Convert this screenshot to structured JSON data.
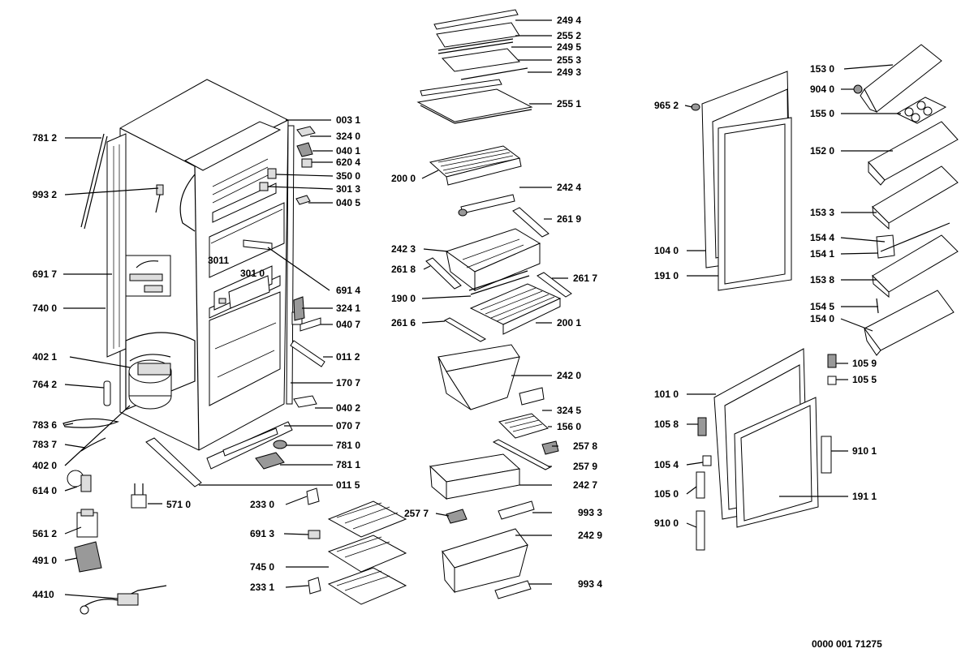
{
  "diagram_id": "0000 001 71275",
  "labels": [
    "781 2",
    "993 2",
    "691 7",
    "740 0",
    "402 1",
    "764 2",
    "783 6",
    "783 7",
    "402 0",
    "614 0",
    "561 2",
    "491 0",
    "4410",
    "003 1",
    "324 0",
    "040 1",
    "620 4",
    "350 0",
    "301 3",
    "040 5",
    "3011",
    "301 0",
    "691 4",
    "324 1",
    "040 7",
    "011 2",
    "170 7",
    "040 2",
    "070 7",
    "781 0",
    "781 1",
    "011 5",
    "571 0",
    "249 4",
    "255 2",
    "249 5",
    "255 3",
    "249 3",
    "255 1",
    "200 0",
    "242 4",
    "261 9",
    "242 3",
    "261 8",
    "261 7",
    "190 0",
    "261 6",
    "200 1",
    "242 0",
    "324 5",
    "156 0",
    "257 8",
    "257 9",
    "242 7",
    "257 7",
    "993 3",
    "242 9",
    "993 4",
    "233 0",
    "691 3",
    "745 0",
    "233 1",
    "965 2",
    "104 0",
    "191 0",
    "153 0",
    "904 0",
    "155 0",
    "152 0",
    "153 3",
    "154 4",
    "154 1",
    "153 8",
    "154 5",
    "154 0",
    "105 9",
    "105 5",
    "101 0",
    "105 8",
    "105 4",
    "105 0",
    "910 0",
    "910 1",
    "191 1"
  ]
}
